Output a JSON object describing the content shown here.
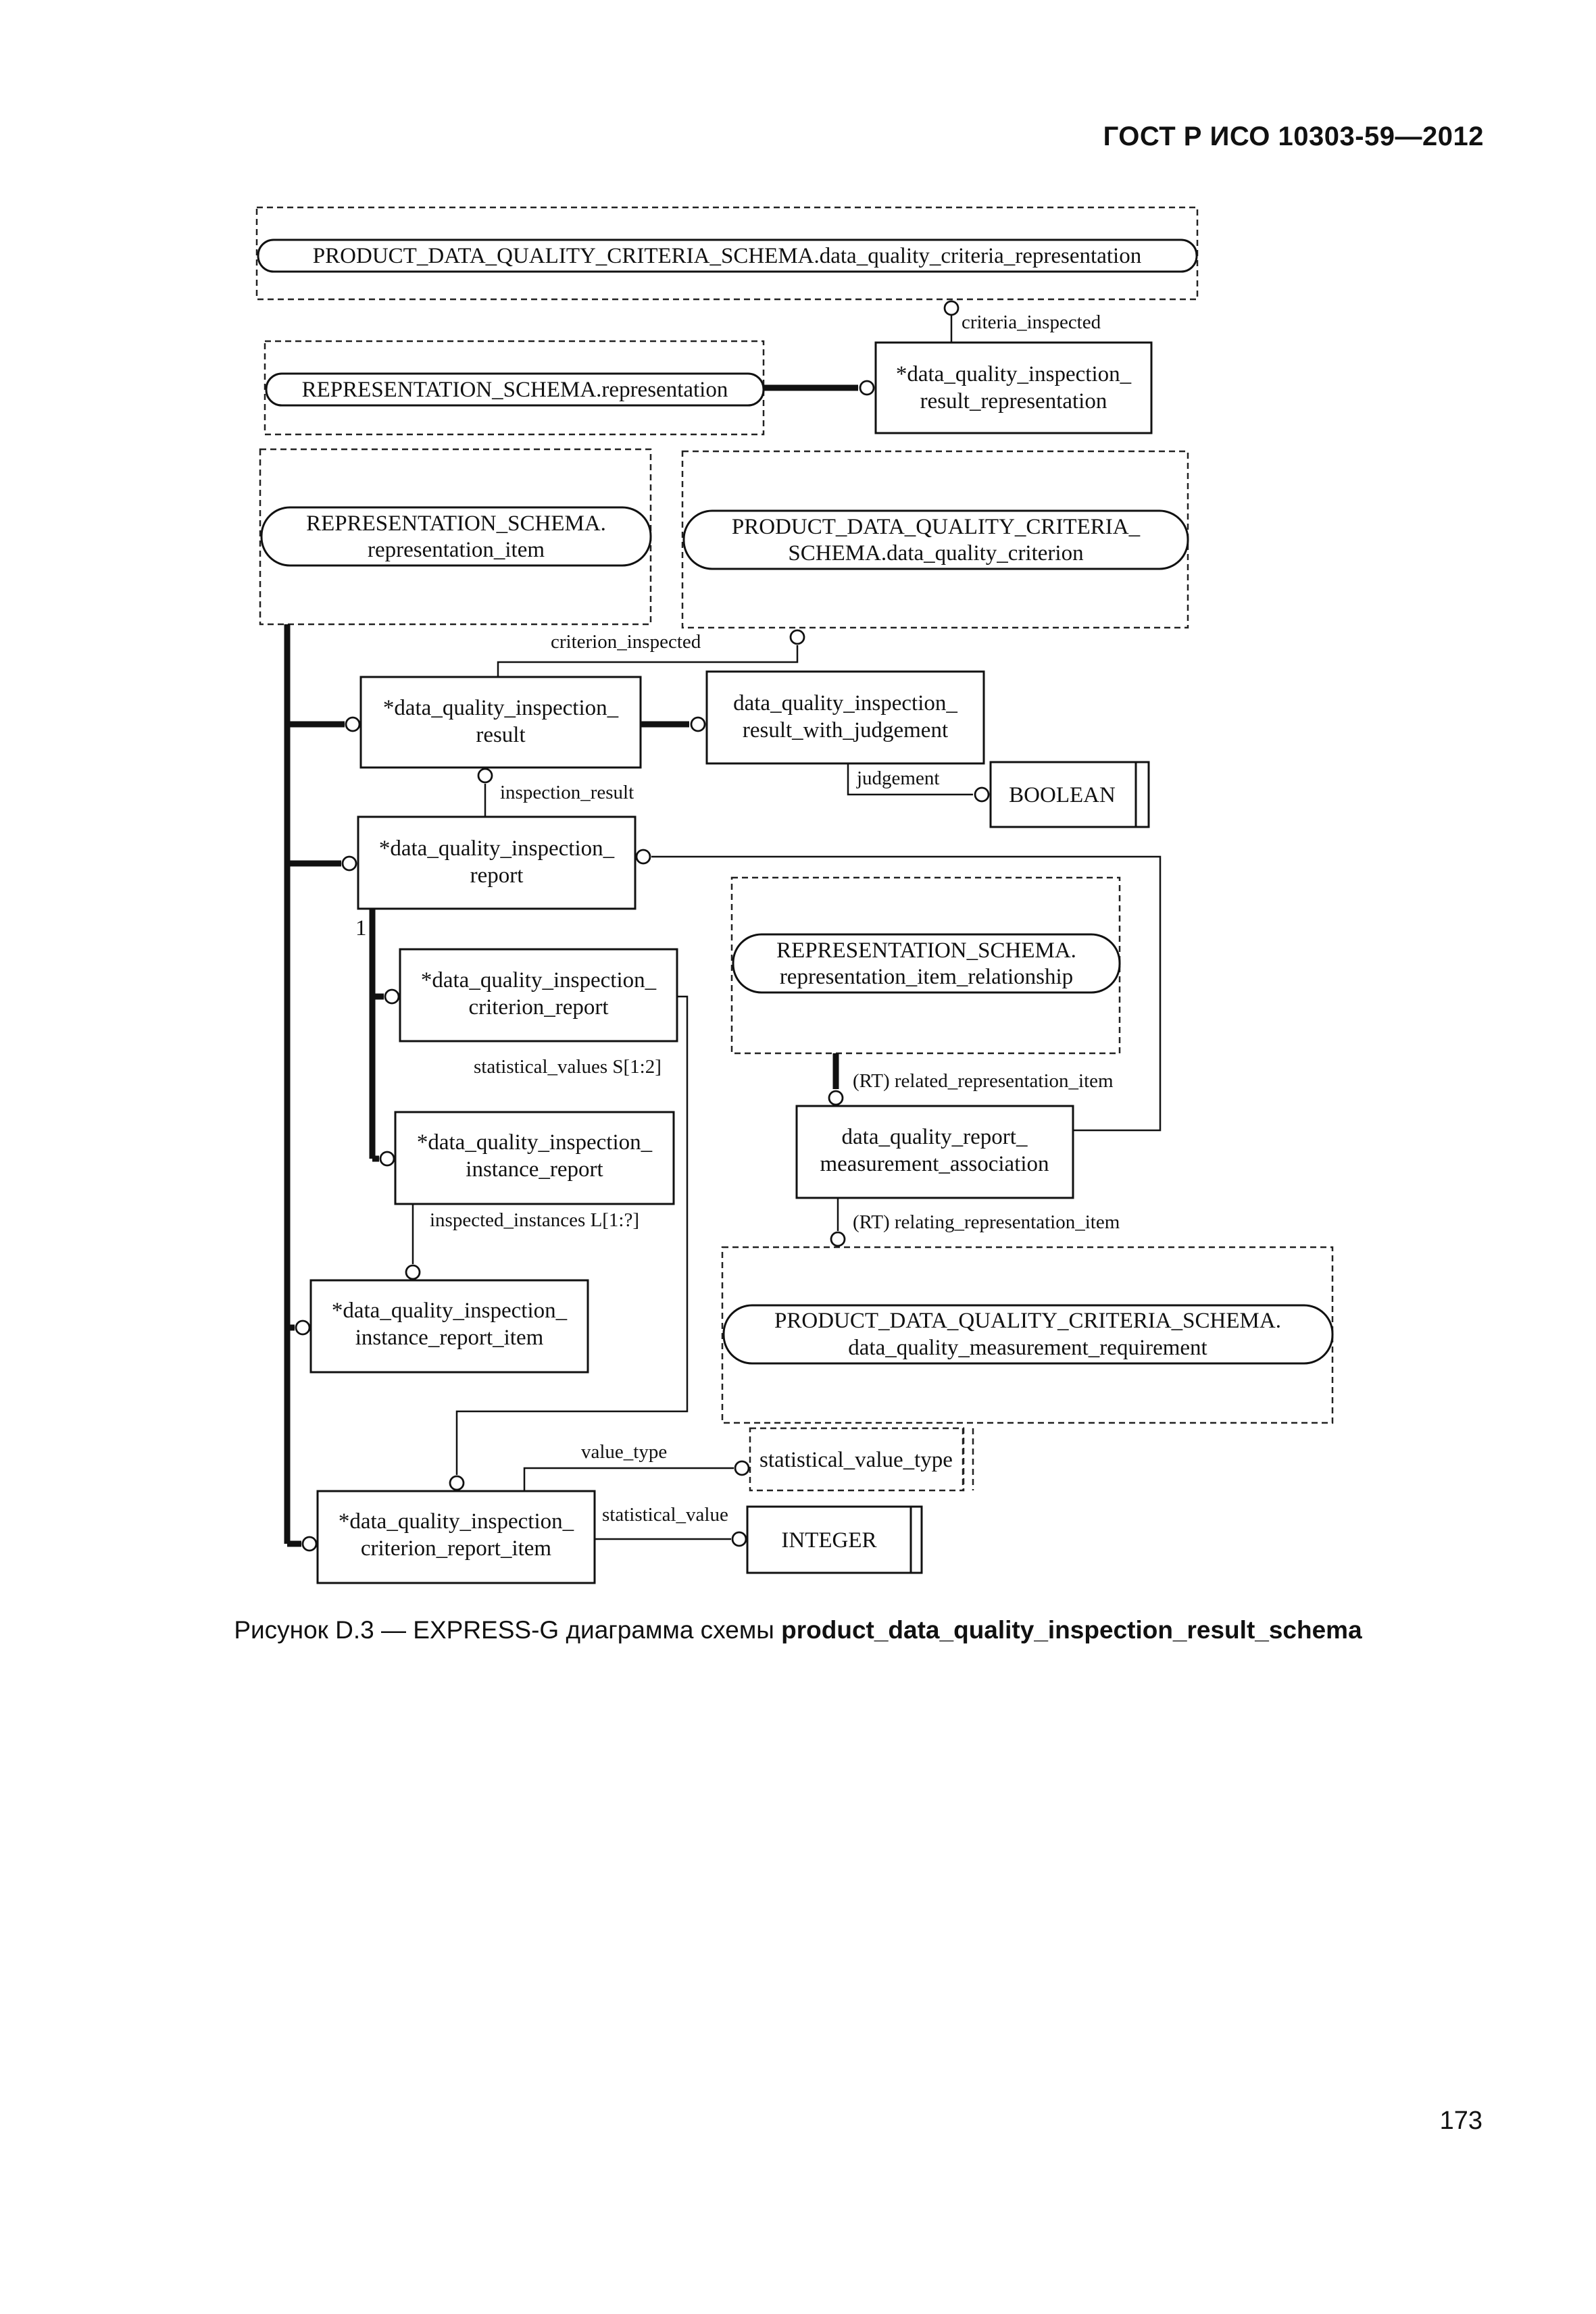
{
  "header": {
    "standard": "ГОСТ Р ИСО 10303-59—2012"
  },
  "diagram": {
    "entities": {
      "criteria_representation": "PRODUCT_DATA_QUALITY_CRITERIA_SCHEMA.data_quality_criteria_representation",
      "representation": "REPRESENTATION_SCHEMA.representation",
      "result_representation": [
        "*data_quality_inspection_",
        "result_representation"
      ],
      "representation_item": [
        "REPRESENTATION_SCHEMA.",
        "representation_item"
      ],
      "data_quality_criterion": [
        "PRODUCT_DATA_QUALITY_CRITERIA_",
        "SCHEMA.data_quality_criterion"
      ],
      "inspection_result": [
        "*data_quality_inspection_",
        "result"
      ],
      "result_with_judgement": [
        "data_quality_inspection_",
        "result_with_judgement"
      ],
      "boolean": "BOOLEAN",
      "inspection_report": [
        "*data_quality_inspection_",
        "report"
      ],
      "representation_item_relationship": [
        "REPRESENTATION_SCHEMA.",
        "representation_item_relationship"
      ],
      "criterion_report": [
        "*data_quality_inspection_",
        "criterion_report"
      ],
      "instance_report": [
        "*data_quality_inspection_",
        "instance_report"
      ],
      "measurement_association": [
        "data_quality_report_",
        "measurement_association"
      ],
      "instance_report_item": [
        "*data_quality_inspection_",
        "instance_report_item"
      ],
      "measurement_requirement": [
        "PRODUCT_DATA_QUALITY_CRITERIA_SCHEMA.",
        "data_quality_measurement_requirement"
      ],
      "statistical_value_type": "statistical_value_type",
      "criterion_report_item": [
        "*data_quality_inspection_",
        "criterion_report_item"
      ],
      "integer": "INTEGER"
    },
    "labels": {
      "criteria_inspected": "criteria_inspected",
      "criterion_inspected": "criterion_inspected",
      "judgement": "judgement",
      "inspection_result": "inspection_result",
      "cardinality_one": "1",
      "statistical_values": "statistical_values  S[1:2]",
      "related_representation_item": "(RT) related_representation_item",
      "inspected_instances": "inspected_instances  L[1:?]",
      "relating_representation_item": "(RT) relating_representation_item",
      "value_type": "value_type",
      "statistical_value": "statistical_value"
    }
  },
  "caption": {
    "prefix": "Рисунок D.3 — EXPRESS-G диаграмма схемы ",
    "schema_name": "product_data_quality_inspection_result_schema"
  },
  "page_number": "173"
}
